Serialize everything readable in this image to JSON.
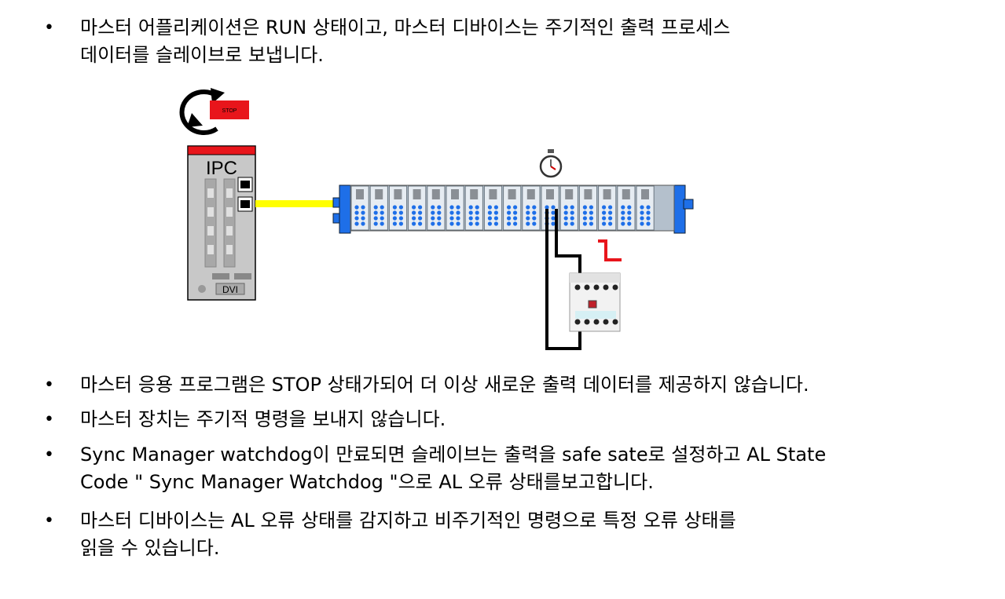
{
  "bullets_top": [
    {
      "bullet": "•",
      "line1": "마스터 어플리케이션은 RUN 상태이고, 마스터 디바이스는 주기적인 출력 프로세스",
      "line2": "데이터를 슬레이브로 보냅니다."
    }
  ],
  "diagram": {
    "ipc_label": "IPC",
    "stop_label": "STOP",
    "dvi_label": "DVI",
    "colors": {
      "stop_red": "#e8151b",
      "ipc_body": "#c8c8c8",
      "ethercat_cable": "#ffff00",
      "terminal_blue": "#1e6fe8",
      "terminal_body": "#b4c0cc",
      "output_signal": "#e8151b"
    },
    "terminal_count": 16
  },
  "bullets_bottom": [
    {
      "bullet": "•",
      "line1": "마스터 응용 프로그램은 STOP 상태가되어 더 이상 새로운 출력 데이터를 제공하지 않습니다."
    },
    {
      "bullet": "•",
      "line1": "마스터 장치는 주기적 명령을 보내지 않습니다."
    },
    {
      "bullet": "•",
      "line1": "Sync Manager watchdog이 만료되면 슬레이브는 출력을 safe sate로 설정하고 AL State",
      "line2": "Code \" Sync Manager Watchdog \"으로 AL 오류 상태를보고합니다."
    },
    {
      "bullet": "•",
      "line1": "마스터 디바이스는  AL 오류 상태를 감지하고 비주기적인 명령으로 특정 오류 상태를",
      "line2": "읽을 수 있습니다."
    }
  ]
}
